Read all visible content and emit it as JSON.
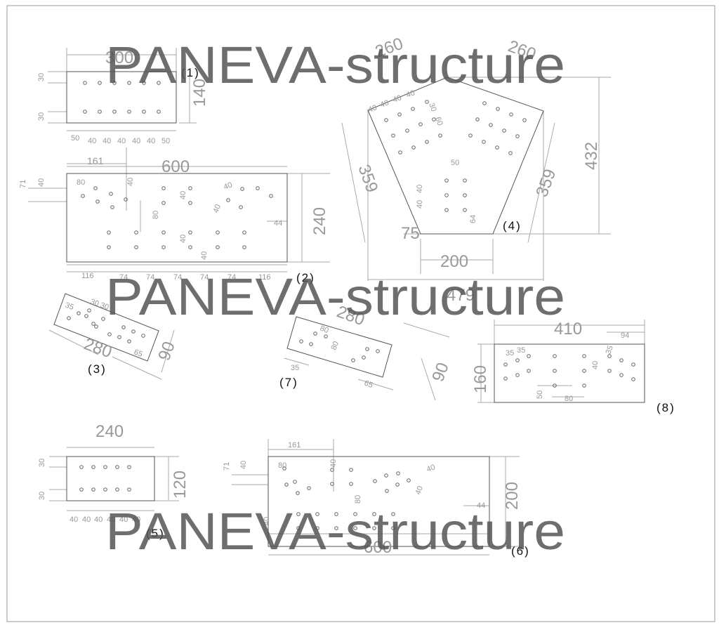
{
  "watermark": "PANEVA-structure",
  "plates": {
    "p1": {
      "id": "(1)",
      "width": "300",
      "height": "140",
      "edge_top": "30",
      "edge_bottom": "30",
      "bottom": [
        "50",
        "40",
        "40",
        "40",
        "40",
        "40",
        "50"
      ]
    },
    "p2": {
      "id": "(2)",
      "width": "600",
      "height": "240",
      "d161": "161",
      "d71": "71",
      "d40a": "40",
      "d80a": "80",
      "d40b": "40",
      "d40c": "40",
      "d80b": "80",
      "d40d": "40",
      "d40e": "40",
      "d40f": "40",
      "d40g": "40",
      "d44": "44",
      "bottom": [
        "116",
        "74",
        "74",
        "74",
        "74",
        "74",
        "116"
      ]
    },
    "p3": {
      "id": "(3)",
      "length": "280",
      "width": "90",
      "d35": "35",
      "d30a": "30",
      "d30b": "30",
      "d65": "65"
    },
    "p4": {
      "id": "(4)",
      "top_left": "260",
      "top_right": "260",
      "height": "432",
      "side_left": "359",
      "side_right": "359",
      "d75": "75",
      "bottom": "200",
      "overall": "479",
      "d50": "50",
      "d40a": "40",
      "d40b": "40",
      "d64": "64",
      "edge": [
        "40",
        "40",
        "40",
        "40",
        "40"
      ],
      "d30": "30",
      "d60": "60"
    },
    "p5": {
      "id": "(5)",
      "width": "240",
      "height": "120",
      "edge_top": "30",
      "edge_bottom": "30",
      "bottom": [
        "40",
        "40",
        "40",
        "40",
        "40",
        "40"
      ]
    },
    "p6": {
      "id": "(6)",
      "width": "600",
      "height": "200",
      "d161": "161",
      "d71": "71",
      "d40a": "40",
      "d80a": "80",
      "d40b": "40",
      "d80b": "80",
      "d40c": "40",
      "d40d": "40",
      "d44": "44",
      "d40e": "40"
    },
    "p7": {
      "id": "(7)",
      "length": "280",
      "width": "90",
      "d80a": "80",
      "d80b": "80",
      "d35": "35",
      "d65": "65"
    },
    "p8": {
      "id": "(8)",
      "width": "410",
      "height": "160",
      "d94": "94",
      "d35a": "35",
      "d35b": "35",
      "d35c": "35",
      "d40": "40",
      "d50": "50",
      "d80": "80"
    }
  }
}
